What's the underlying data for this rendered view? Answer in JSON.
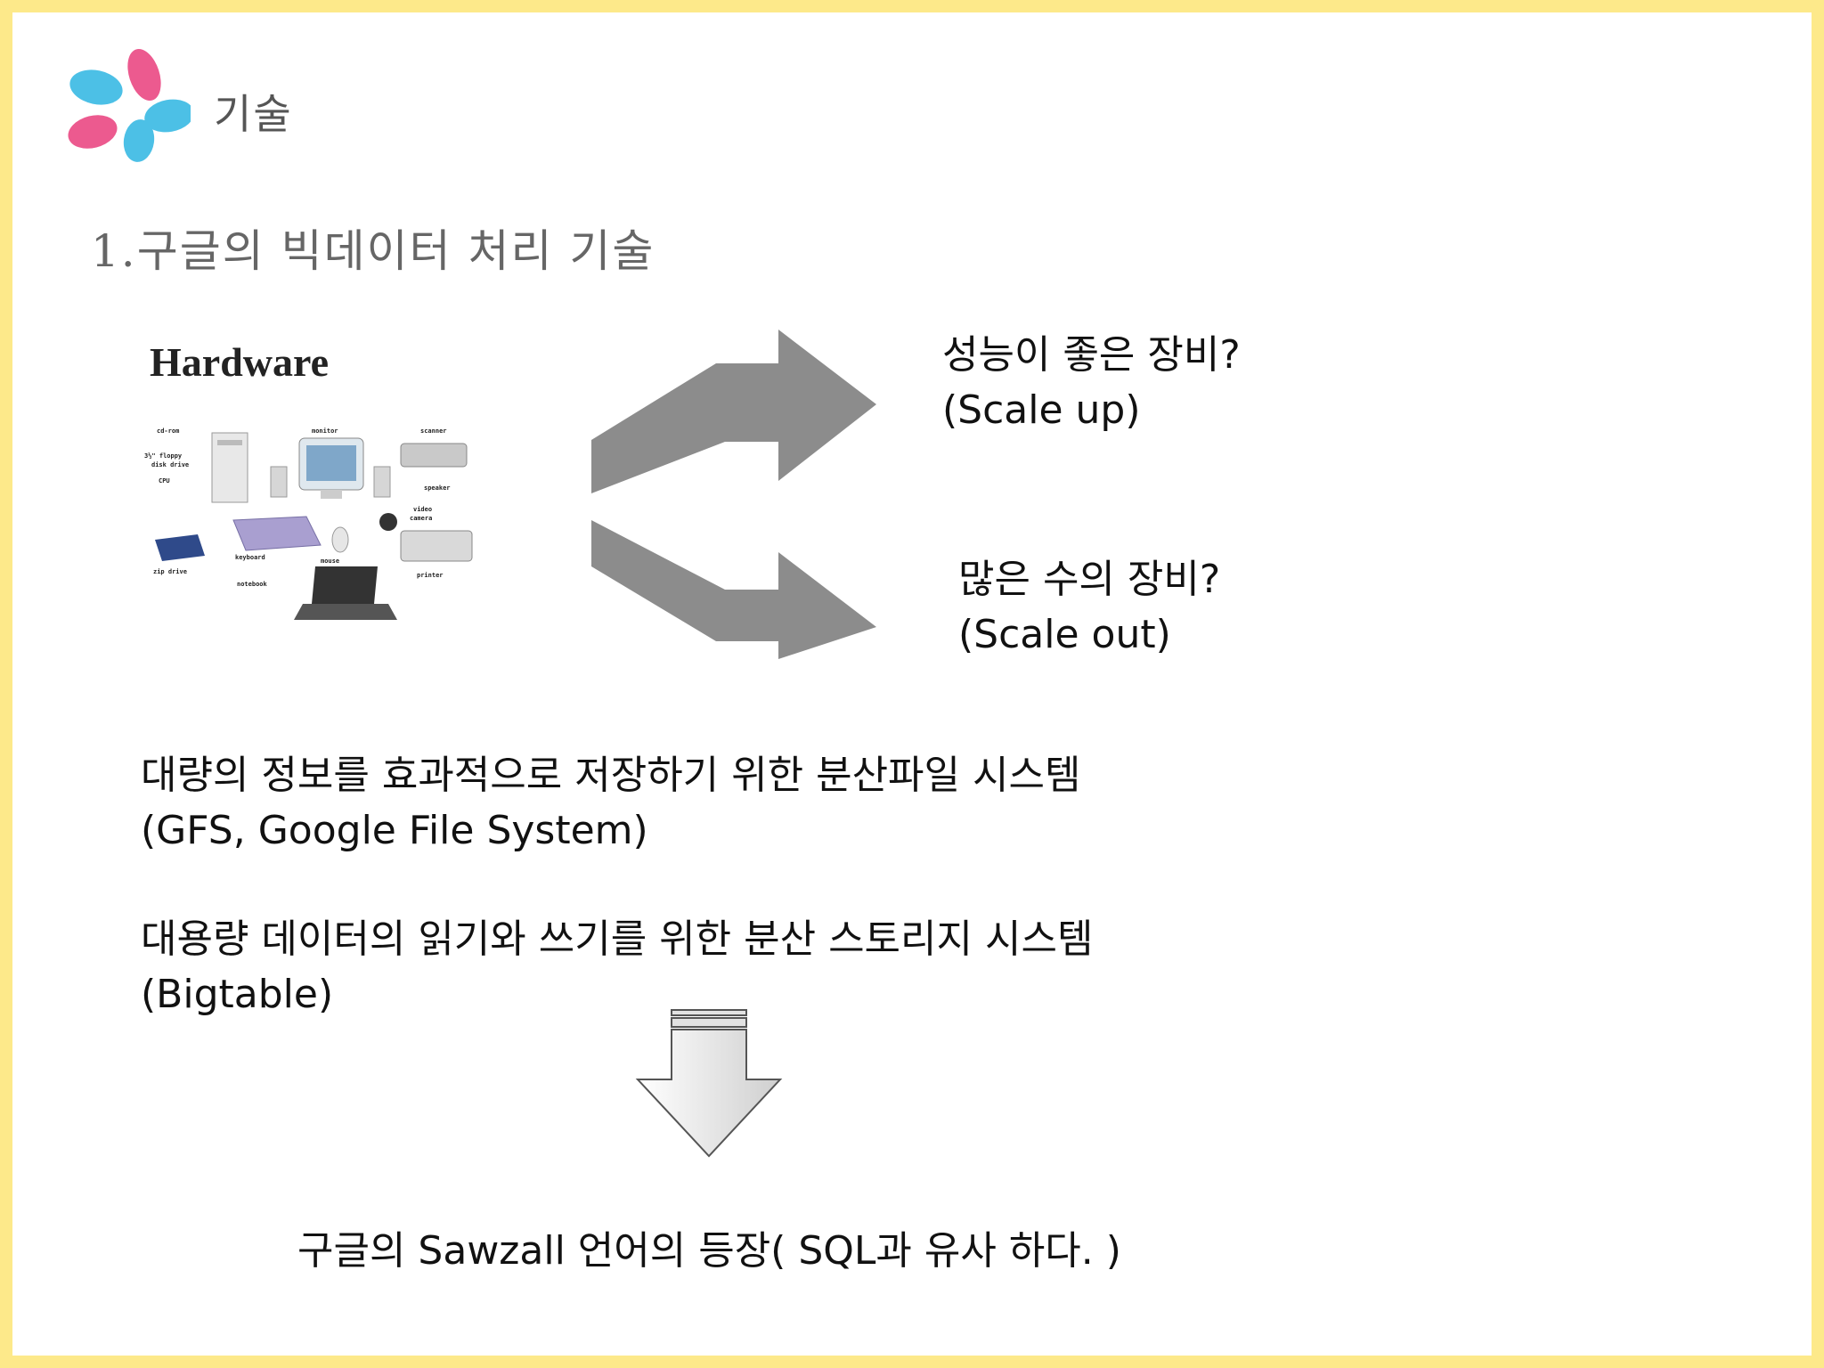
{
  "header": {
    "title": "기술"
  },
  "section": {
    "title": "1.구글의 빅데이터 처리 기술"
  },
  "figure": {
    "hardware_label": "Hardware",
    "device_labels": [
      "cd-rom",
      "3½\" floppy disk drive",
      "CPU",
      "monitor",
      "scanner",
      "speaker",
      "video camera",
      "keyboard",
      "mouse",
      "zip drive",
      "printer",
      "notebook"
    ]
  },
  "options": {
    "scale_up": {
      "line1": "성능이 좋은 장비?",
      "line2": "(Scale up)"
    },
    "scale_out": {
      "line1": "많은 수의 장비?",
      "line2": "(Scale out)"
    }
  },
  "technologies": {
    "gfs": {
      "line1": "대량의 정보를 효과적으로 저장하기 위한 분산파일 시스템",
      "line2": "(GFS, Google File System)"
    },
    "bigtable": {
      "line1": "대용량 데이터의 읽기와 쓰기를 위한 분산 스토리지 시스템",
      "line2": "(Bigtable)"
    }
  },
  "conclusion": {
    "text": "구글의 Sawzall 언어의 등장( SQL과 유사 하다. )"
  },
  "colors": {
    "border": "#fde98a",
    "petal_pink": "#ec5a8f",
    "petal_blue": "#4cc0e6",
    "arrow_gray": "#8c8c8c"
  }
}
